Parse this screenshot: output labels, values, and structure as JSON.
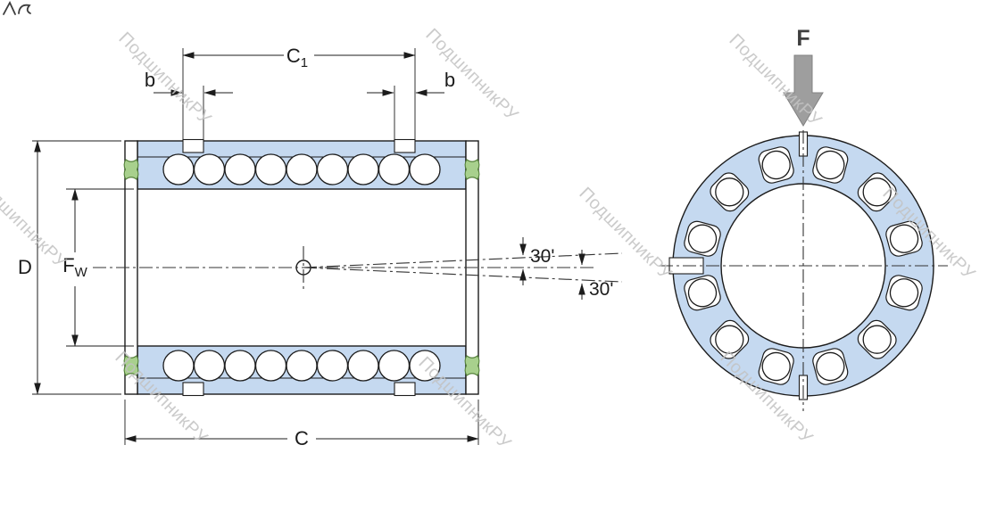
{
  "drawing": {
    "watermark_text": "ПодшипникРУ",
    "section_view": {
      "dim_c1_main": "C",
      "dim_c1_sub": "1",
      "dim_b_left": "b",
      "dim_b_right": "b",
      "dim_d": "D",
      "dim_fw_main": "F",
      "dim_fw_sub": "W",
      "dim_c": "C",
      "angle_upper": "30'",
      "angle_lower": "30'"
    },
    "end_view": {
      "force_label": "F"
    },
    "colors": {
      "shell_fill": "#c5d9f0",
      "seal_fill": "#a8d08d",
      "line": "#1c1c1c",
      "force_arrow_fill": "#9e9e9e",
      "watermark": "#c3c3c3"
    }
  }
}
